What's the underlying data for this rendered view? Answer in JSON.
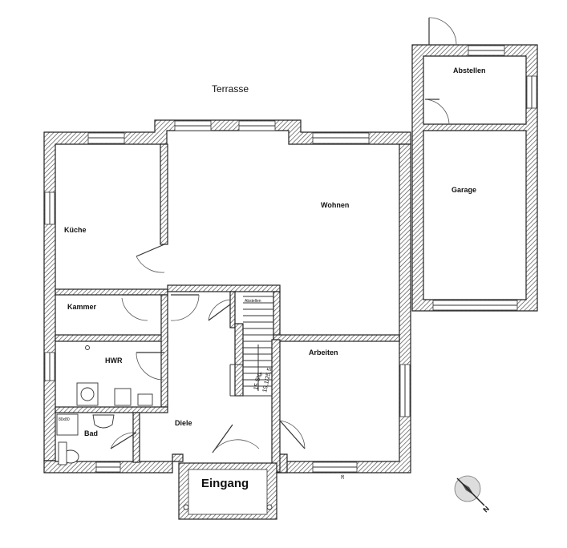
{
  "labels": {
    "terrace": "Terrasse",
    "wohnen": "Wohnen",
    "kueche": "Küche",
    "kammer": "Kammer",
    "hwr": "HWR",
    "bad": "Bad",
    "shower": "80x80",
    "diele": "Diele",
    "arbeiten": "Arbeiten",
    "abstellen": "Abstellen",
    "garage": "Garage",
    "eingang": "Eingang",
    "stair_small": "Abstellen",
    "stair_steps": "15 Stg.",
    "stair_dims": "19,1/25,5",
    "wall_mark": "36"
  },
  "compass": {
    "north_label": "N"
  },
  "colors": {
    "wall": "#222222",
    "hatch": "#444444",
    "background": "#ffffff"
  }
}
